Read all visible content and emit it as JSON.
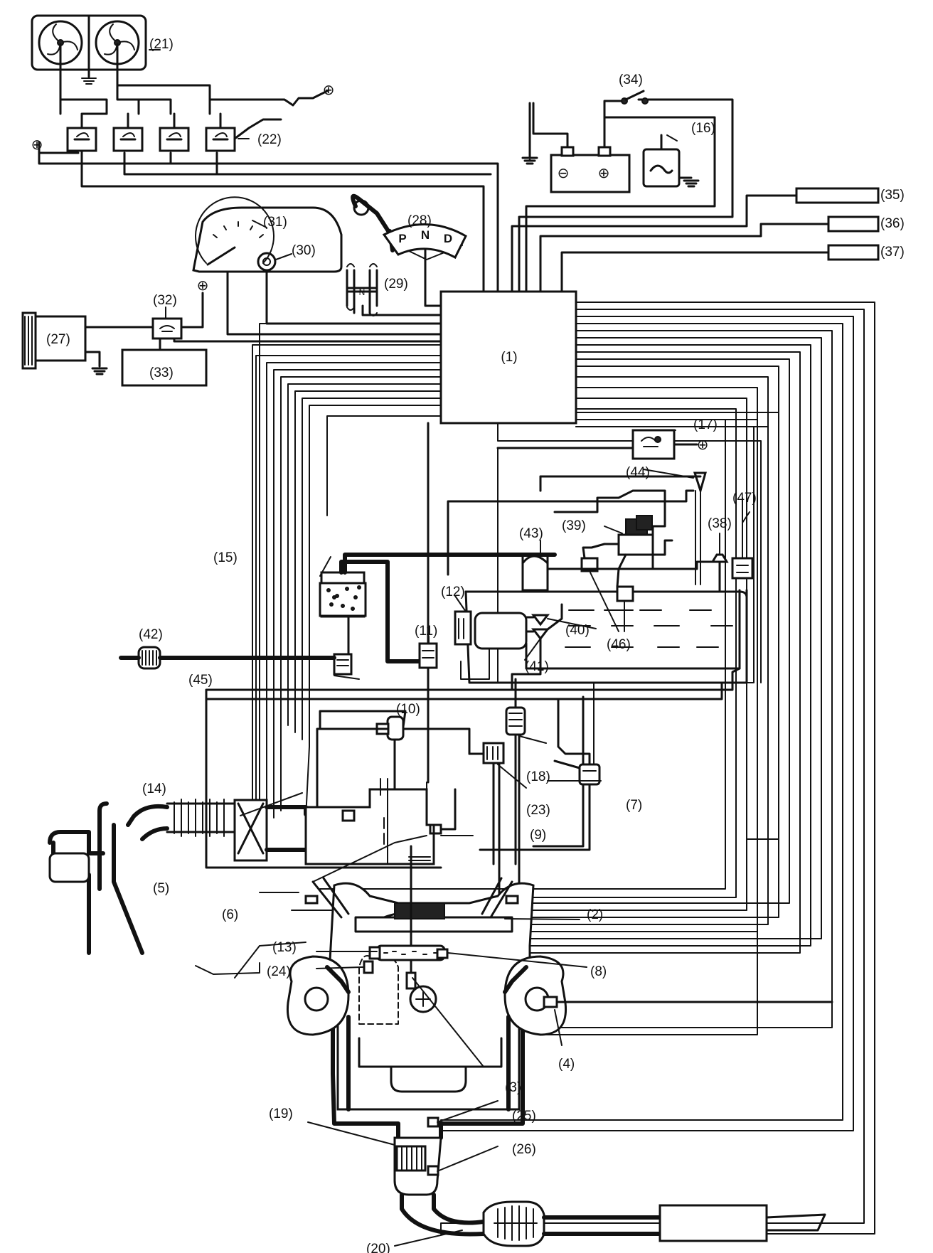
{
  "ecm": {
    "label": "(1)"
  },
  "labels": [
    {
      "id": "2",
      "text": "(2)"
    },
    {
      "id": "3",
      "text": "(3)"
    },
    {
      "id": "4",
      "text": "(4)"
    },
    {
      "id": "5",
      "text": "(5)"
    },
    {
      "id": "6",
      "text": "(6)"
    },
    {
      "id": "7",
      "text": "(7)"
    },
    {
      "id": "8",
      "text": "(8)"
    },
    {
      "id": "9",
      "text": "(9)"
    },
    {
      "id": "10",
      "text": "(10)"
    },
    {
      "id": "11",
      "text": "(11)"
    },
    {
      "id": "12",
      "text": "(12)"
    },
    {
      "id": "13",
      "text": "(13)"
    },
    {
      "id": "14",
      "text": "(14)"
    },
    {
      "id": "15",
      "text": "(15)"
    },
    {
      "id": "16",
      "text": "(16)"
    },
    {
      "id": "17",
      "text": "(17)"
    },
    {
      "id": "18",
      "text": "(18)"
    },
    {
      "id": "19",
      "text": "(19)"
    },
    {
      "id": "20",
      "text": "(20)"
    },
    {
      "id": "21",
      "text": "(21)"
    },
    {
      "id": "22",
      "text": "(22)"
    },
    {
      "id": "23",
      "text": "(23)"
    },
    {
      "id": "24",
      "text": "(24)"
    },
    {
      "id": "25",
      "text": "(25)"
    },
    {
      "id": "26",
      "text": "(26)"
    },
    {
      "id": "27",
      "text": "(27)"
    },
    {
      "id": "28",
      "text": "(28)"
    },
    {
      "id": "29",
      "text": "(29)"
    },
    {
      "id": "30",
      "text": "(30)"
    },
    {
      "id": "31",
      "text": "(31)"
    },
    {
      "id": "32",
      "text": "(32)"
    },
    {
      "id": "33",
      "text": "(33)"
    },
    {
      "id": "34",
      "text": "(34)"
    },
    {
      "id": "35",
      "text": "(35)"
    },
    {
      "id": "36",
      "text": "(36)"
    },
    {
      "id": "37",
      "text": "(37)"
    },
    {
      "id": "38",
      "text": "(38)"
    },
    {
      "id": "39",
      "text": "(39)"
    },
    {
      "id": "40",
      "text": "(40)"
    },
    {
      "id": "41",
      "text": "(41)"
    },
    {
      "id": "42",
      "text": "(42)"
    },
    {
      "id": "43",
      "text": "(43)"
    },
    {
      "id": "44",
      "text": "(44)"
    },
    {
      "id": "45",
      "text": "(45)"
    },
    {
      "id": "46",
      "text": "(46)"
    },
    {
      "id": "47",
      "text": "(47)"
    }
  ],
  "selector": {
    "p": "P",
    "n": "N",
    "d": "D"
  },
  "shift_gate": {
    "n": "N"
  },
  "symbols": {
    "plus": "⊕",
    "minus": "⊖"
  }
}
